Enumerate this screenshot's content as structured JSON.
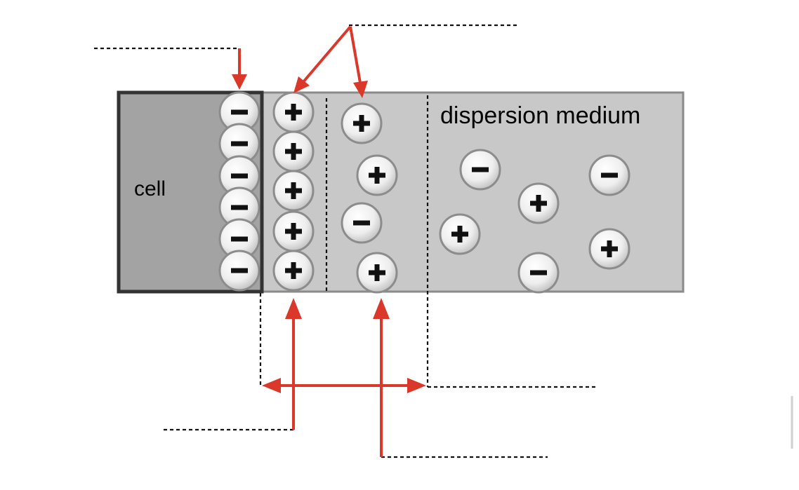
{
  "labels": {
    "cell": "cell",
    "medium": "dispersion medium"
  },
  "colors": {
    "cell_fill": "#a3a3a3",
    "cell_border": "#333333",
    "medium_fill": "#c8c8c8",
    "medium_border": "#8a8a8a",
    "arrow": "#d9382a"
  },
  "ions": [
    {
      "sign": "-",
      "group": "surface"
    },
    {
      "sign": "-",
      "group": "surface"
    },
    {
      "sign": "-",
      "group": "surface"
    },
    {
      "sign": "-",
      "group": "surface"
    },
    {
      "sign": "-",
      "group": "surface"
    },
    {
      "sign": "-",
      "group": "surface"
    },
    {
      "sign": "+",
      "group": "stern"
    },
    {
      "sign": "+",
      "group": "stern"
    },
    {
      "sign": "+",
      "group": "stern"
    },
    {
      "sign": "+",
      "group": "stern"
    },
    {
      "sign": "+",
      "group": "stern"
    },
    {
      "sign": "+",
      "group": "stern"
    },
    {
      "sign": "+",
      "group": "diffuse"
    },
    {
      "sign": "+",
      "group": "diffuse"
    },
    {
      "sign": "-",
      "group": "diffuse"
    },
    {
      "sign": "+",
      "group": "diffuse"
    },
    {
      "sign": "-",
      "group": "medium"
    },
    {
      "sign": "-",
      "group": "medium"
    },
    {
      "sign": "+",
      "group": "medium"
    },
    {
      "sign": "+",
      "group": "medium"
    },
    {
      "sign": "+",
      "group": "medium"
    },
    {
      "sign": "-",
      "group": "medium"
    }
  ]
}
